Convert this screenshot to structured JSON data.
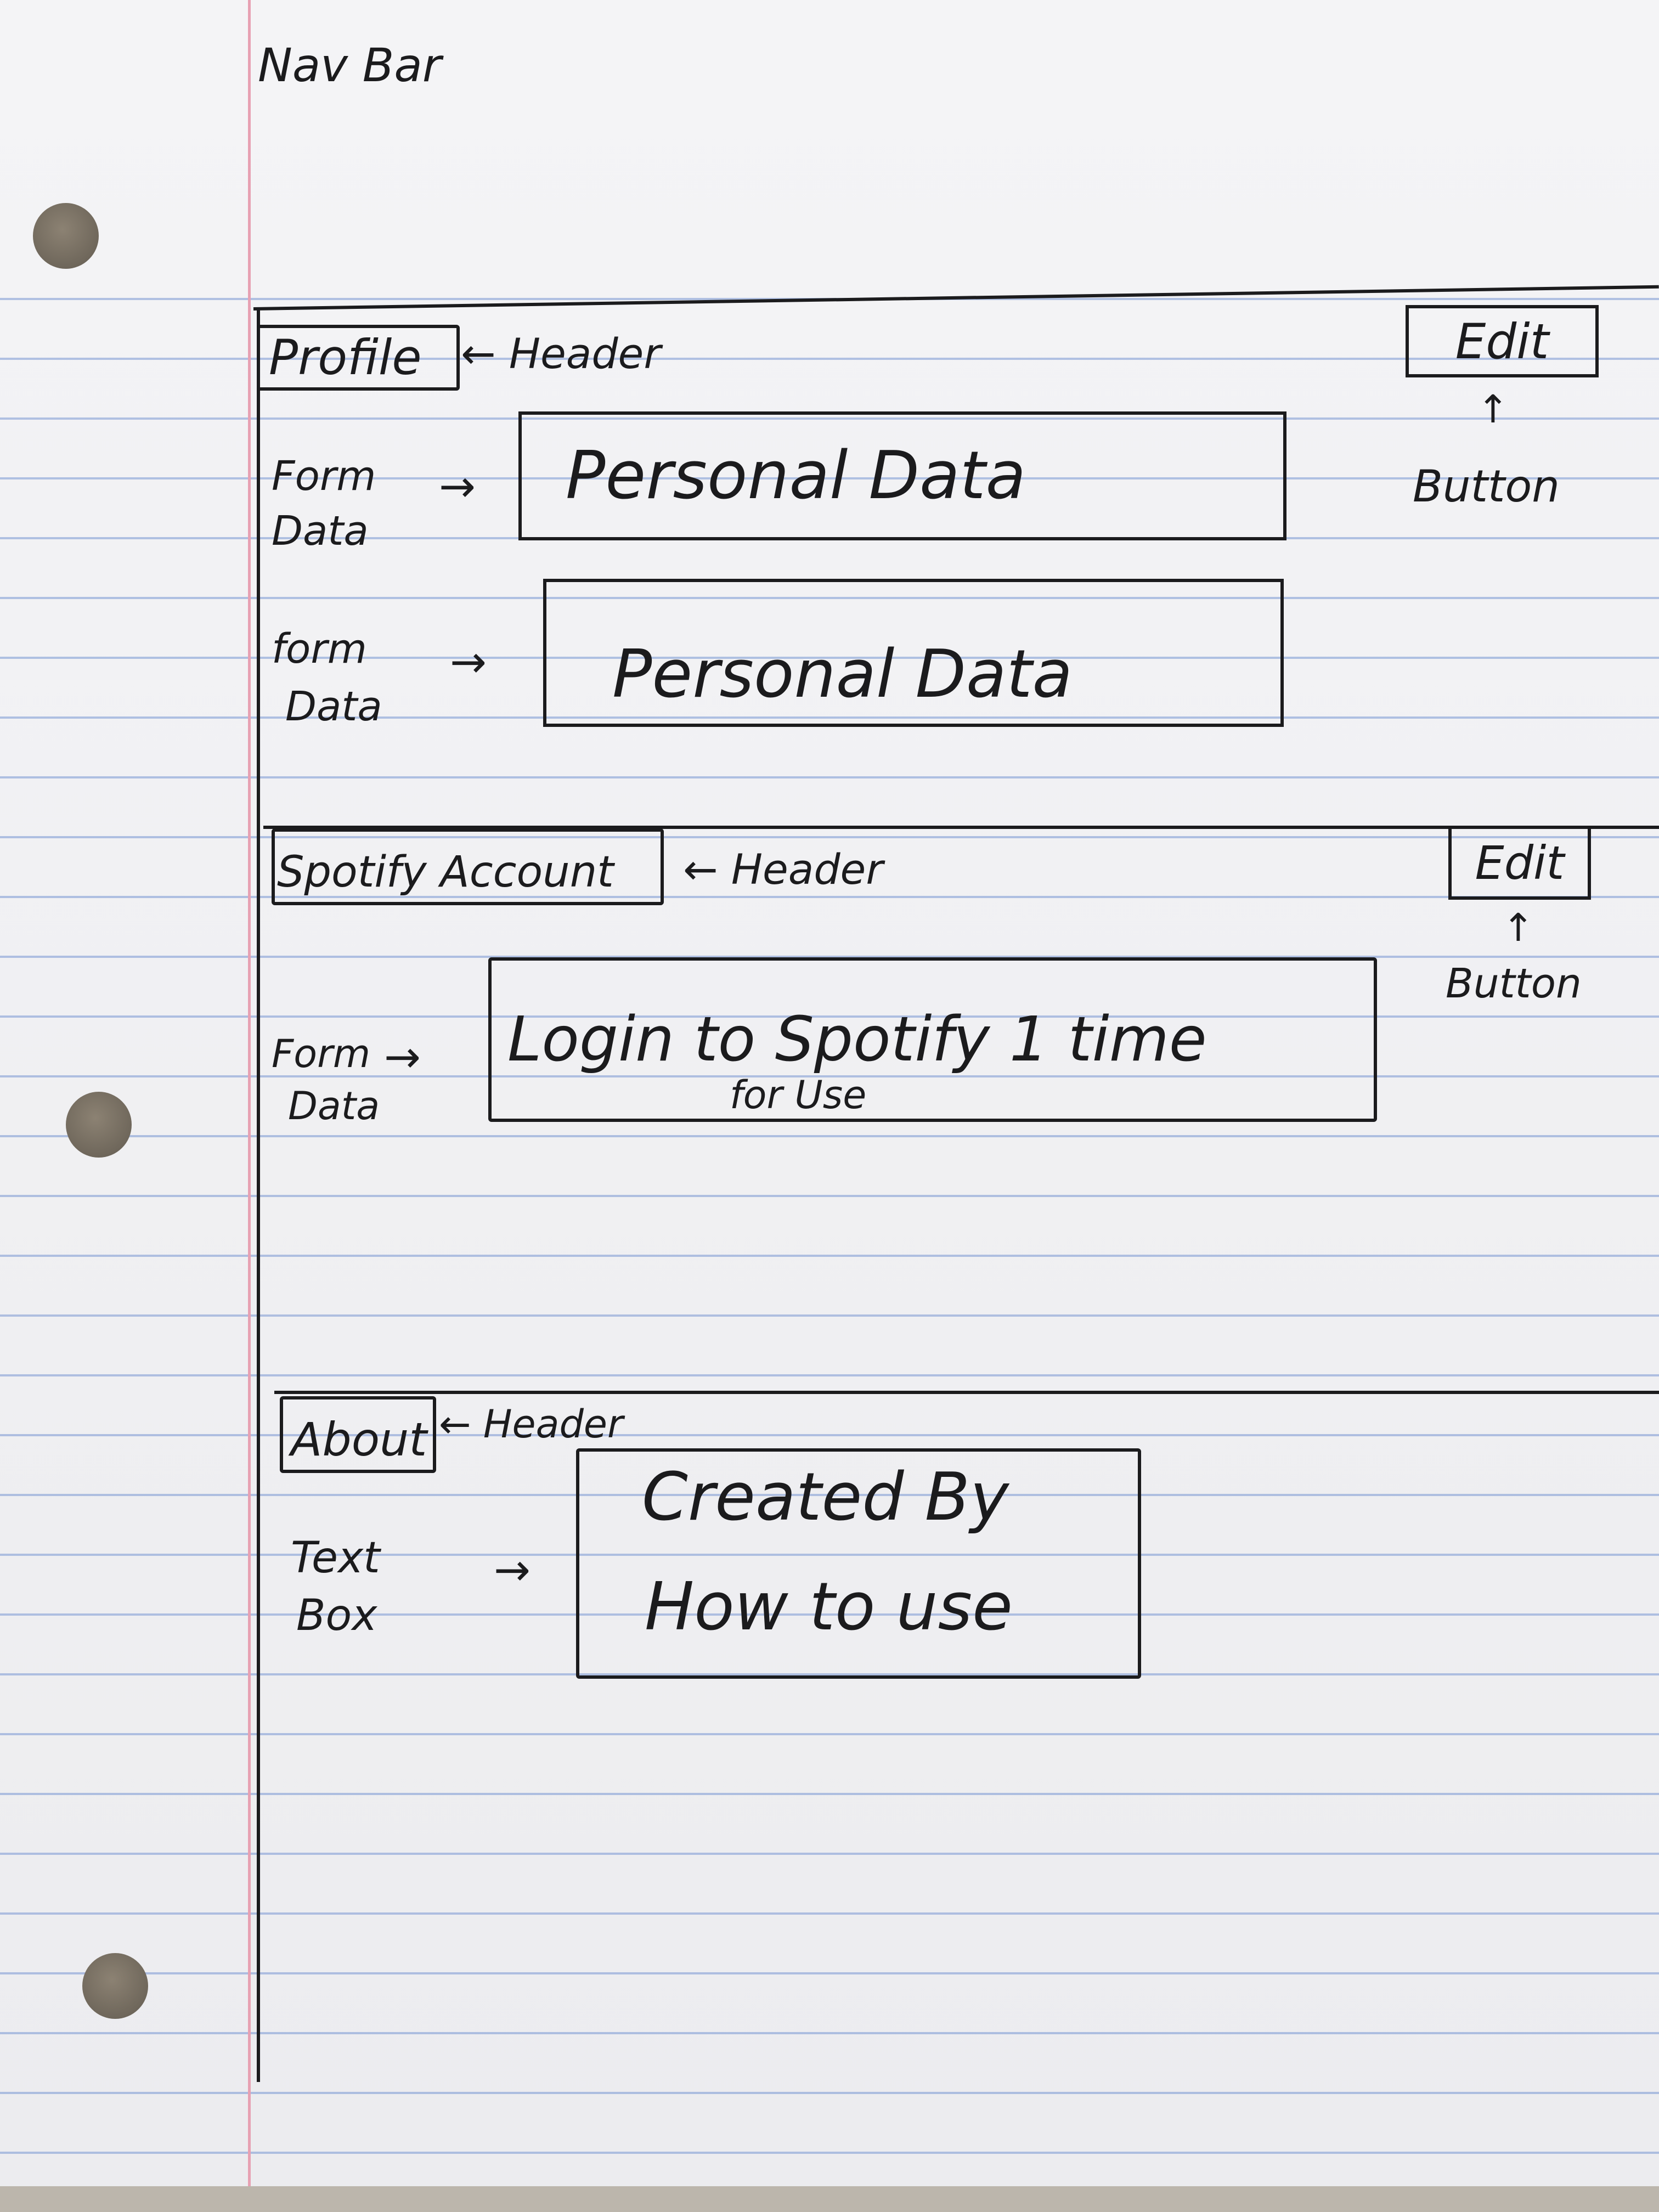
{
  "navbar": {
    "label": "Nav Bar"
  },
  "profile": {
    "header": "Profile",
    "header_note": "← Header",
    "edit_button": "Edit",
    "button_note": "Button",
    "fields": [
      {
        "label_line1": "Form",
        "label_line2": "Data",
        "arrow": "→",
        "value": "Personal Data"
      },
      {
        "label_line1": "form",
        "label_line2": "Data",
        "arrow": "→",
        "value": "Personal Data"
      }
    ]
  },
  "spotify": {
    "header": "Spotify Account",
    "header_note": "← Header",
    "edit_button": "Edit",
    "button_note": "Button",
    "field": {
      "label_line1": "Form",
      "label_line2": "Data",
      "arrow": "→",
      "value_line1": "Login to Spotify 1 time",
      "value_line2": "for Use"
    }
  },
  "about": {
    "header": "About",
    "header_note": "← Header",
    "textbox": {
      "label_line1": "Text",
      "label_line2": "Box",
      "arrow": "→",
      "line1": "Created By",
      "line2": "How to use"
    }
  },
  "icons": {
    "up_arrow": "↑"
  }
}
